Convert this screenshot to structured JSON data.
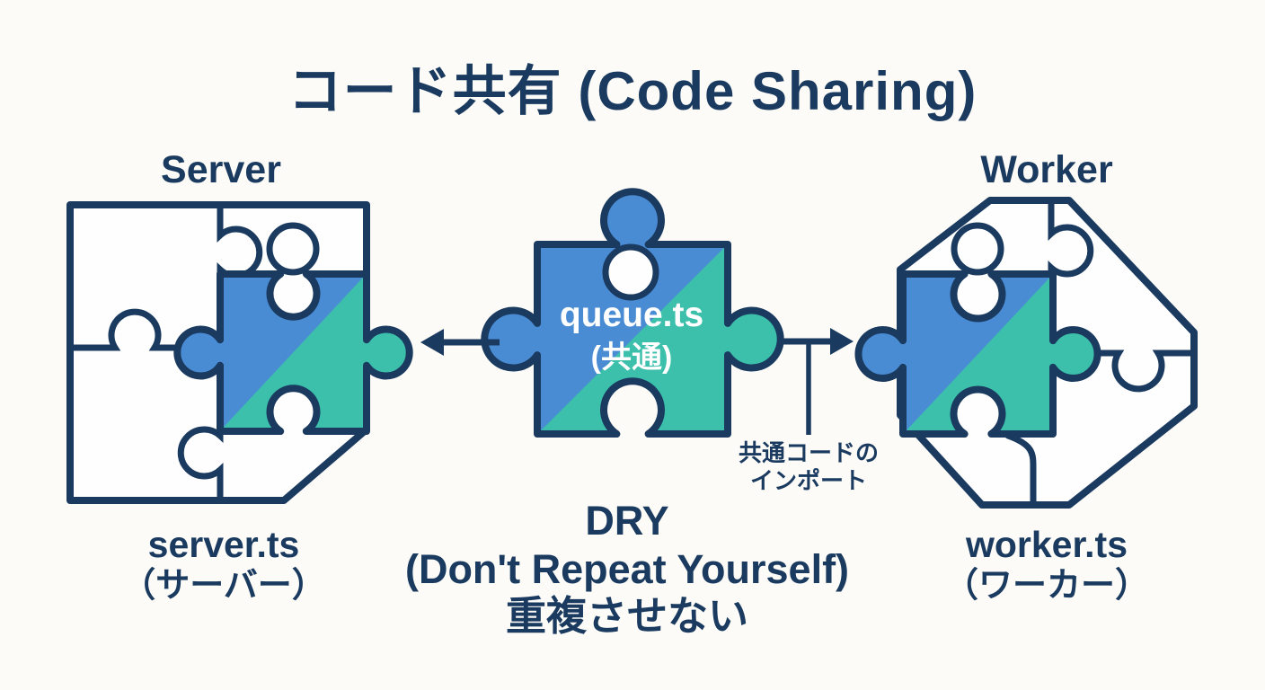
{
  "title": "コード共有 (Code Sharing)",
  "server": {
    "label": "Server",
    "file": "server.ts",
    "file_ja": "（サーバー）"
  },
  "worker": {
    "label": "Worker",
    "file": "worker.ts",
    "file_ja": "（ワーカー）"
  },
  "shared": {
    "file": "queue.ts",
    "file_ja": "(共通)"
  },
  "annotation": {
    "line1": "共通コードの",
    "line2": "インポート"
  },
  "principle": {
    "line1": "DRY",
    "line2": "(Don't Repeat Yourself)",
    "line3": "重複させない"
  },
  "colors": {
    "navy": "#1a3a5f",
    "blue": "#4a8cd4",
    "teal": "#3cbfab",
    "background": "#fcfbf7"
  }
}
